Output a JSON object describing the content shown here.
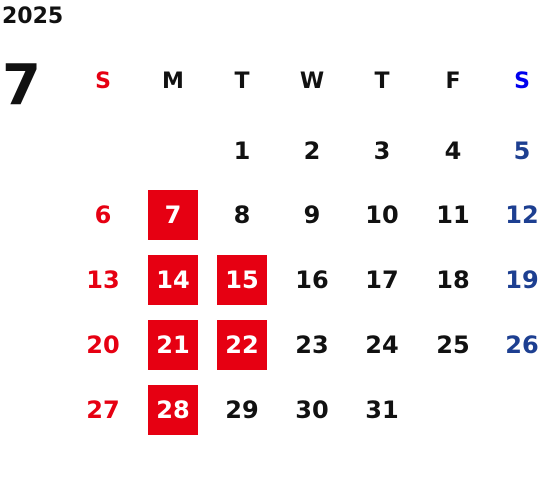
{
  "calendar": {
    "year": "2025",
    "month": "7",
    "weekdays": [
      "S",
      "M",
      "T",
      "W",
      "T",
      "F",
      "S"
    ],
    "days": [
      {
        "day": "1",
        "col": 2,
        "row": 0
      },
      {
        "day": "2",
        "col": 3,
        "row": 0
      },
      {
        "day": "3",
        "col": 4,
        "row": 0
      },
      {
        "day": "4",
        "col": 5,
        "row": 0
      },
      {
        "day": "5",
        "col": 6,
        "row": 0
      },
      {
        "day": "6",
        "col": 0,
        "row": 1
      },
      {
        "day": "7",
        "col": 1,
        "row": 1,
        "highlighted": true
      },
      {
        "day": "8",
        "col": 2,
        "row": 1
      },
      {
        "day": "9",
        "col": 3,
        "row": 1
      },
      {
        "day": "10",
        "col": 4,
        "row": 1
      },
      {
        "day": "11",
        "col": 5,
        "row": 1
      },
      {
        "day": "12",
        "col": 6,
        "row": 1
      },
      {
        "day": "13",
        "col": 0,
        "row": 2
      },
      {
        "day": "14",
        "col": 1,
        "row": 2,
        "highlighted": true
      },
      {
        "day": "15",
        "col": 2,
        "row": 2,
        "highlighted": true
      },
      {
        "day": "16",
        "col": 3,
        "row": 2
      },
      {
        "day": "17",
        "col": 4,
        "row": 2
      },
      {
        "day": "18",
        "col": 5,
        "row": 2
      },
      {
        "day": "19",
        "col": 6,
        "row": 2
      },
      {
        "day": "20",
        "col": 0,
        "row": 3
      },
      {
        "day": "21",
        "col": 1,
        "row": 3,
        "highlighted": true
      },
      {
        "day": "22",
        "col": 2,
        "row": 3,
        "highlighted": true
      },
      {
        "day": "23",
        "col": 3,
        "row": 3
      },
      {
        "day": "24",
        "col": 4,
        "row": 3
      },
      {
        "day": "25",
        "col": 5,
        "row": 3
      },
      {
        "day": "26",
        "col": 6,
        "row": 3
      },
      {
        "day": "27",
        "col": 0,
        "row": 4
      },
      {
        "day": "28",
        "col": 1,
        "row": 4,
        "highlighted": true
      },
      {
        "day": "29",
        "col": 2,
        "row": 4
      },
      {
        "day": "30",
        "col": 3,
        "row": 4
      },
      {
        "day": "31",
        "col": 4,
        "row": 4
      }
    ]
  },
  "colors": {
    "sunday": "#e60012",
    "saturday": "#1d3f91",
    "saturday_header": "#0000ee",
    "highlight_bg": "#e60012",
    "text": "#111111"
  }
}
